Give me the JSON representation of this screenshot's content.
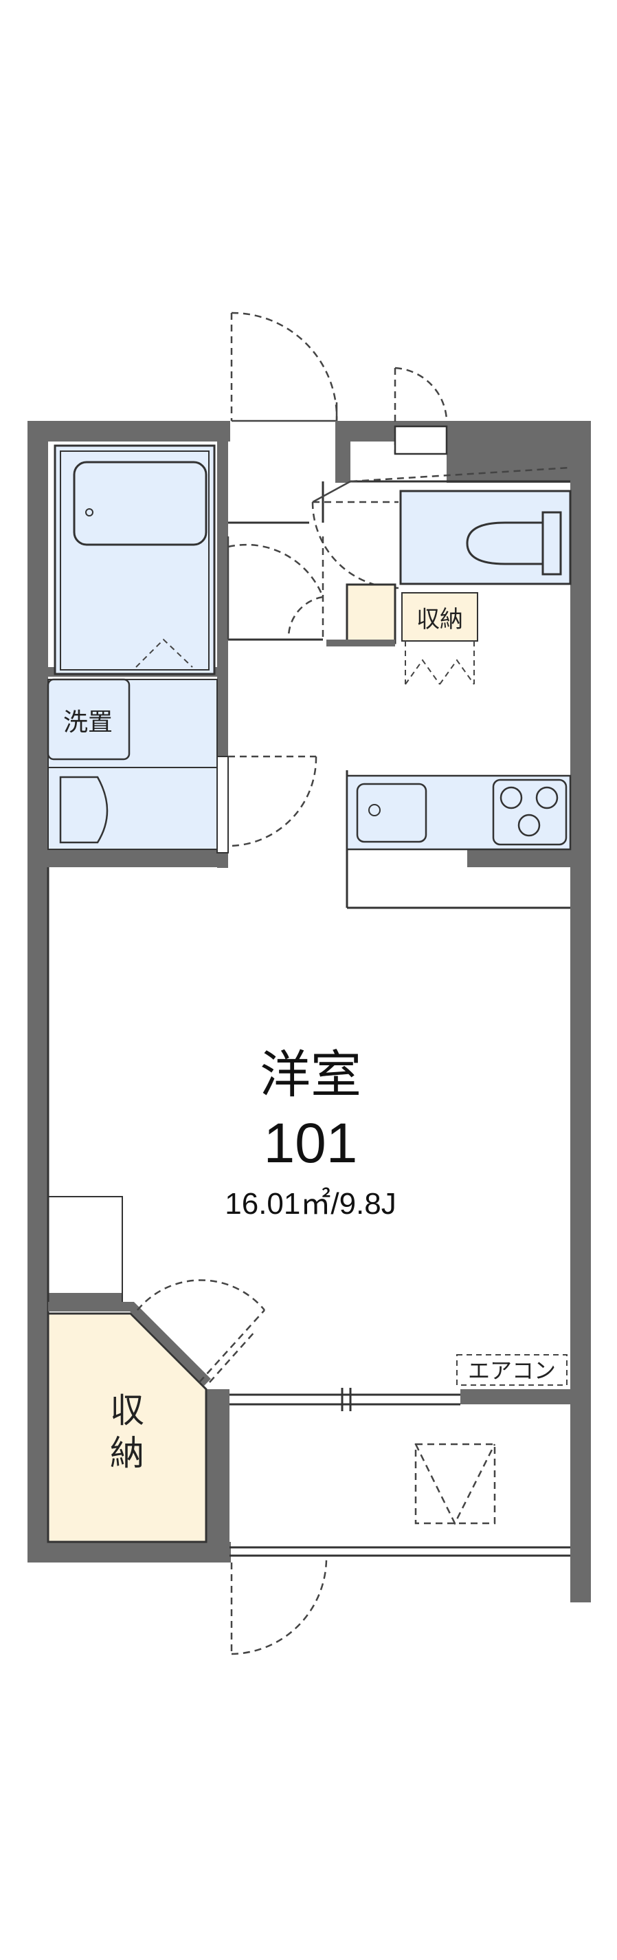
{
  "floor_plan": {
    "room_label": "洋室",
    "room_number": "101",
    "area_text": "16.01㎡/9.8J",
    "labels": {
      "washing_machine": "洗置",
      "closet_upper": "収納",
      "closet_lower_1": "収",
      "closet_lower_2": "納",
      "air_conditioner": "エアコン"
    },
    "colors": {
      "wall": "#6b6b6b",
      "fixture_fill": "#e3eefc",
      "closet_fill": "#fdf3dc",
      "line": "#333333",
      "dash": "#444444"
    }
  }
}
